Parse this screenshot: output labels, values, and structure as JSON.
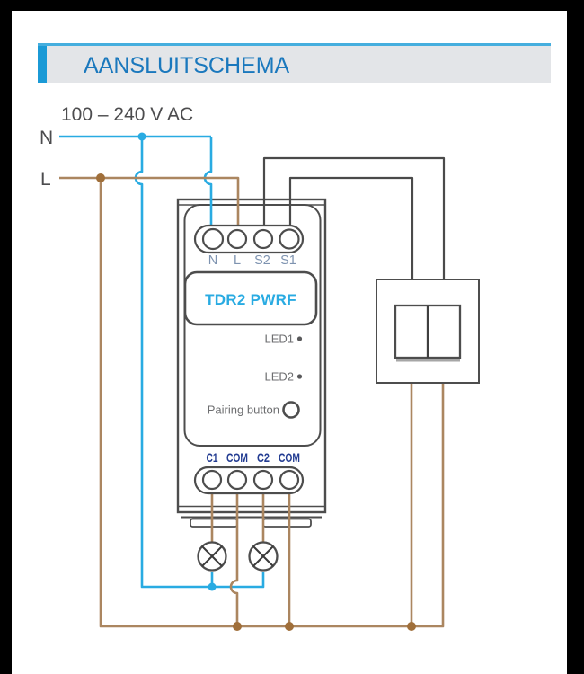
{
  "header": {
    "title": "AANSLUITSCHEMA"
  },
  "supply": {
    "voltage": "100 – 240 V AC",
    "neutral": "N",
    "line": "L"
  },
  "device": {
    "model": "TDR2 PWRF",
    "top_terminals": [
      "N",
      "L",
      "S2",
      "S1"
    ],
    "bottom_terminals": [
      "C1",
      "COM",
      "C2",
      "COM"
    ],
    "led1": "LED1",
    "led2": "LED2",
    "pairing": "Pairing button"
  },
  "colors": {
    "page_border": "#000000",
    "header_line": "#45aede",
    "header_bg": "#e3e5e8",
    "accent_bar": "#1b9ad6",
    "header_title": "#1a78bd",
    "supply_text": "#4c4c4e",
    "neutral_wire": "#29abe2",
    "line_wire": "#ab8660",
    "line_dot": "#a06f3a",
    "signal_wire": "#4a4a4a",
    "outline": "#4d4d4d",
    "terminal_label": "#7e93b0",
    "channel_label": "#233c92",
    "text_gray": "#6d6e70",
    "model_blue": "#29abe2",
    "shadow_gray": "#a6a6a6"
  }
}
